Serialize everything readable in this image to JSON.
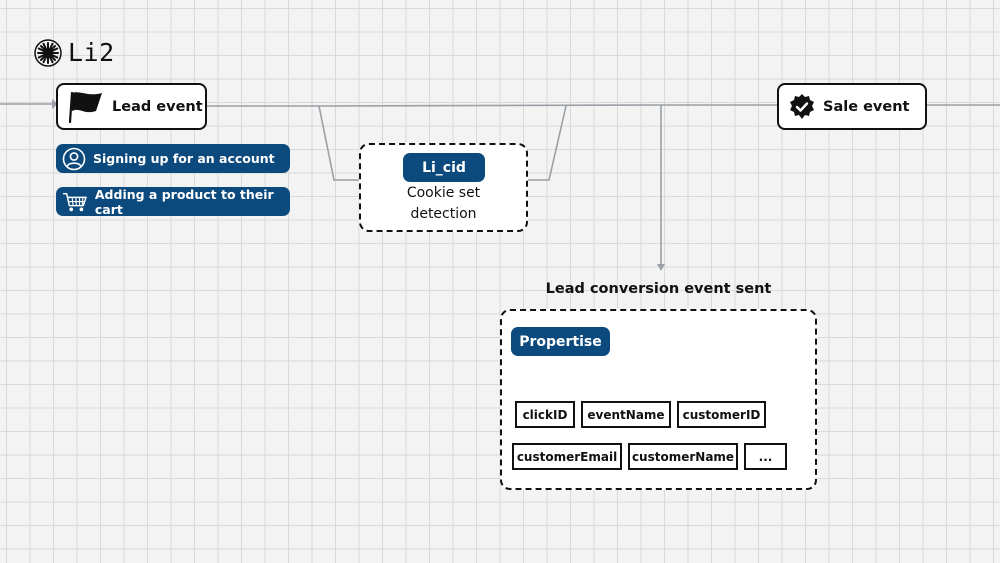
{
  "logo": {
    "icon": "starburst-icon",
    "text": "Li2"
  },
  "lead_event": {
    "icon": "flag-icon",
    "label": "Lead event"
  },
  "sale_event": {
    "icon": "verified-badge-icon",
    "label": "Sale event"
  },
  "lead_triggers": [
    {
      "icon": "user-account-icon",
      "label": "Signing up for an account"
    },
    {
      "icon": "shopping-cart-icon",
      "label": "Adding a product to their cart"
    }
  ],
  "cookie": {
    "tag": "Li_cid",
    "text": "Cookie set\ndetection"
  },
  "conversion": {
    "title": "Lead conversion event sent",
    "tag": "Propertise",
    "fields": [
      "clickID",
      "eventName",
      "customerID",
      "customerEmail",
      "customerName",
      "..."
    ]
  },
  "colors": {
    "accent": "#0c4a7d",
    "line": "#9aa0a6",
    "background": "#f3f3f3"
  }
}
